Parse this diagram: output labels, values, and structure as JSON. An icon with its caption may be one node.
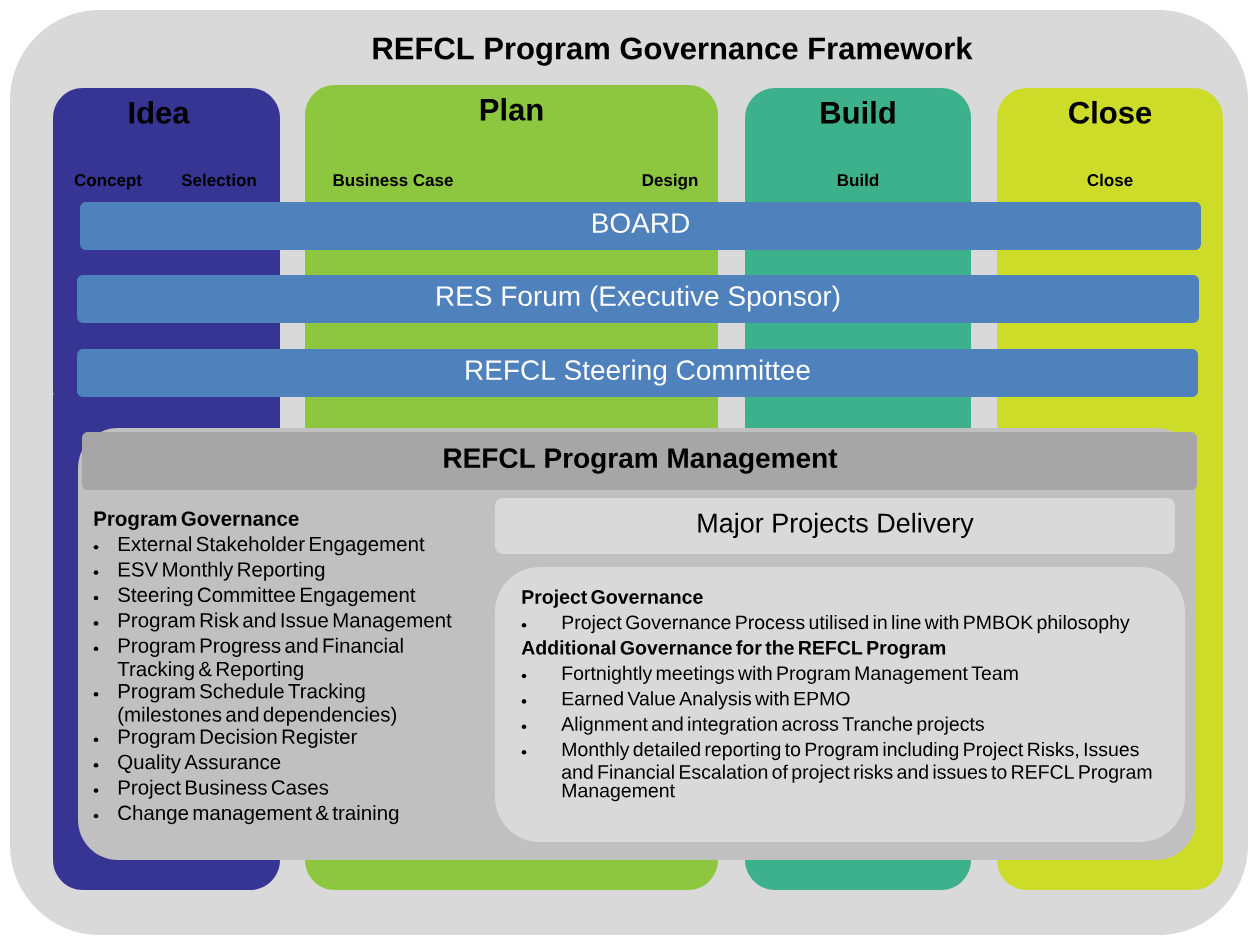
{
  "diagram": {
    "title": "REFCL Program Governance Framework",
    "nodes": [
      {
        "text": [
          "Idea",
          "Concept",
          "Selection"
        ]
      },
      {
        "text": [
          "Plan",
          "Business Case",
          "Design"
        ]
      },
      {
        "text": [
          "Build",
          "Build"
        ]
      },
      {
        "text": [
          "Close",
          "Close"
        ]
      },
      {
        "text": [
          "BOARD"
        ]
      },
      {
        "text": [
          "RES Forum (Executive Sponsor)"
        ]
      },
      {
        "text": [
          "REFCL Steering Committee"
        ]
      },
      {
        "text": [
          "REFCL Program Management",
          "Program Governance",
          "External Stakeholder Engagement",
          "ESV Monthly Reporting",
          "Steering Committee Engagement",
          "Program Risk and Issue Management",
          "Program Progress and Financial Tracking & Reporting",
          "Program Schedule Tracking (milestones and dependencies)",
          "Program Decision Register",
          "Quality Assurance",
          "Project Business Cases",
          "Change management & training"
        ]
      },
      {
        "text": [
          "Major Projects Delivery"
        ],
        "in": 7
      },
      {
        "text": [
          "Project Governance",
          "Project Governance Process utilised in line with PMBOK philosophy",
          "Additional Governance for the REFCL Program",
          "Fortnightly meetings with Program Management Team",
          "Earned Value Analysis with EPMO",
          "Alignment and integration across Tranche projects",
          "Monthly detailed reporting to Program including Project Risks, Issues and Financial Escalation of project risks and issues to REFCL Program Management"
        ],
        "in": 7
      }
    ]
  }
}
